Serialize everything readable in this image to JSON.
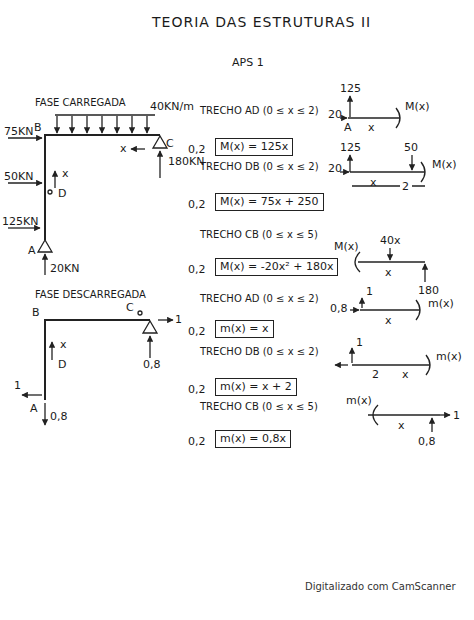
{
  "diagram": {
    "title": "TEORIA DAS ESTRUTURAS II",
    "nodes": [
      {
        "text": [
          "M(x) = 125x"
        ]
      },
      {
        "text": [
          "M(x) = 75x + 250"
        ]
      },
      {
        "text": [
          "M(x) = -20x² + 180x"
        ]
      },
      {
        "text": [
          "m(x) = x"
        ]
      },
      {
        "text": [
          "m(x) = x + 2"
        ]
      },
      {
        "text": [
          "m(x) = 0,8x"
        ]
      }
    ],
    "labels": [
      "APS 1",
      "FASE CARREGADA",
      "75KN",
      "B",
      "40KN/m",
      "C",
      "x",
      "180KN",
      "50KN",
      "D",
      "x",
      "125KN",
      "A",
      "20KN",
      "TRECHO AD (0 ≤ x ≤ 2)",
      "0,2",
      "125",
      "20",
      "A",
      "x",
      "M(x)",
      "TRECHO DB (0 ≤ x ≤ 2)",
      "0,2",
      "125",
      "50",
      "20",
      "M(x)",
      "2",
      "x",
      "TRECHO CB (0 ≤ x ≤ 5)",
      "0,2",
      "M(x)",
      "40x",
      "x",
      "180",
      "FASE DESCARREGADA",
      "B",
      "C",
      "1",
      "0,8",
      "D",
      "x",
      "1",
      "A",
      "0,8",
      "TRECHO AD (0 ≤ x ≤ 2)",
      "0,2",
      "0,8",
      "1",
      "m(x)",
      "x",
      "TRECHO DB (0 ≤ x ≤ 2)",
      "0,2",
      "1",
      "2",
      "x",
      "m(x)",
      "TRECHO CB (0 ≤ x ≤ 5)",
      "0,2",
      "m(x)",
      "x",
      "1",
      "0,8",
      "Digitalizado com CamScanner"
    ]
  }
}
